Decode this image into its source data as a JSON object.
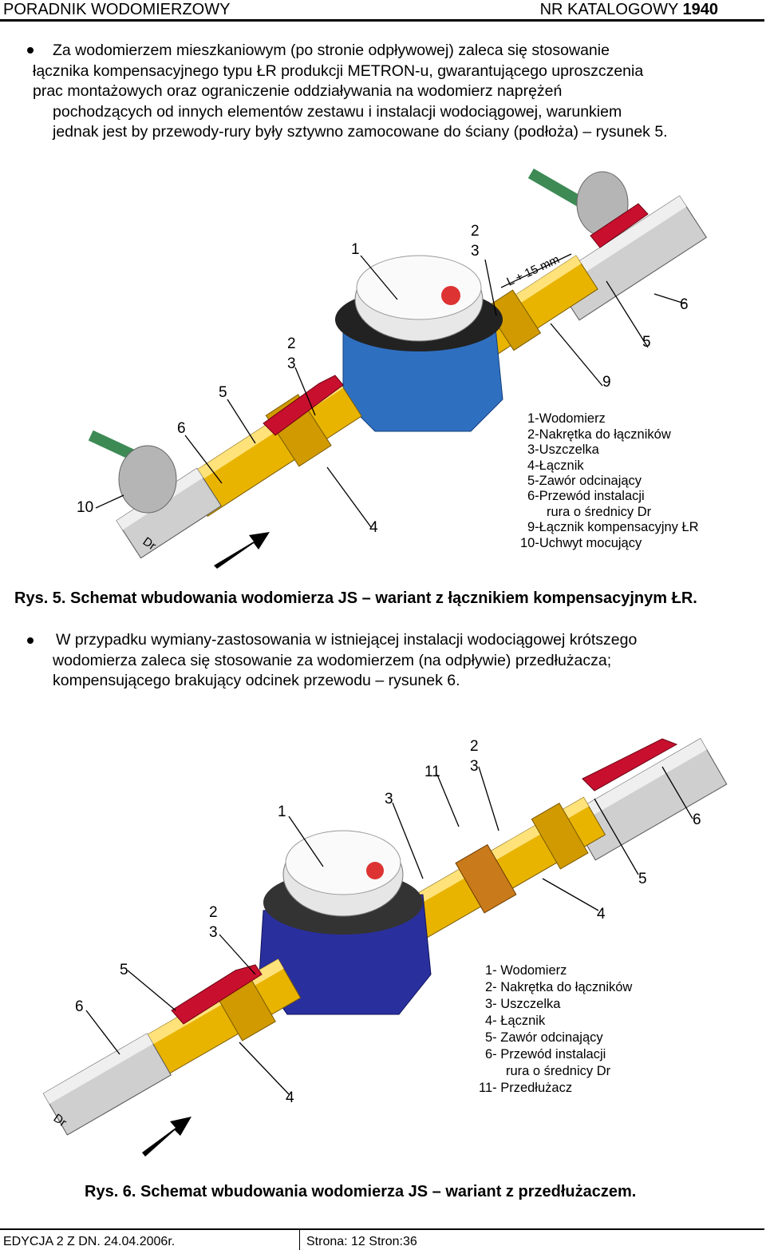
{
  "header": {
    "left": "PORADNIK WODOMIERZOWY",
    "right_prefix": "NR KATALOGOWY ",
    "right_number": "1940"
  },
  "paragraph1": [
    "Za wodomierzem mieszkaniowym (po stronie odpływowej) zaleca się stosowanie",
    "łącznika kompensacyjnego typu ŁR produkcji METRON-u, gwarantującego uproszczenia",
    "prac montażowych oraz ograniczenie oddziaływania na wodomierz naprężeń",
    "pochodzących od innych elementów zestawu i instalacji wodociągowej, warunkiem",
    "jednak jest by przewody-rury były sztywno zamocowane do ściany (podłoża) – rysunek 5."
  ],
  "figure5": {
    "labels": {
      "l1": "1",
      "l2a": "2",
      "l3a": "3",
      "dim": "L + 15 mm",
      "l6a": "6",
      "l2b": "2",
      "l3b": "3",
      "l5a": "5",
      "l5b": "5",
      "l9": "9",
      "l6b": "6",
      "l10": "10",
      "l4": "4",
      "dr": "Dr"
    },
    "legend": [
      "1-Wodomierz",
      "2-Nakrętka do łączników",
      "3-Uszczelka",
      "4-Łącznik",
      "5-Zawór odcinający",
      "6-Przewód instalacji",
      "rura o średnicy Dr",
      "9-Łącznik kompensacyjny ŁR",
      "10-Uchwyt mocujący"
    ],
    "caption": "Rys. 5. Schemat wbudowania wodomierza JS – wariant z łącznikiem kompensacyjnym ŁR."
  },
  "paragraph2": [
    "W przypadku wymiany-zastosowania w istniejącej instalacji wodociągowej krótszego",
    "wodomierza zaleca się stosowanie za wodomierzem (na odpływie) przedłużacza;",
    "kompensującego brakujący odcinek przewodu – rysunek 6."
  ],
  "figure6": {
    "labels": {
      "l2a": "2",
      "l3a": "3",
      "l11": "11",
      "l3b": "3",
      "l1": "1",
      "l6a": "6",
      "l5a": "5",
      "l4a": "4",
      "l2b": "2",
      "l3c": "3",
      "l5b": "5",
      "l6b": "6",
      "l4b": "4",
      "dr": "Dr"
    },
    "legend": [
      "1- Wodomierz",
      "2- Nakrętka do łączników",
      "3- Uszczelka",
      "4- Łącznik",
      "5- Zawór odcinający",
      "6- Przewód instalacji",
      "rura o średnicy Dr",
      "11- Przedłużacz"
    ],
    "caption": "Rys. 6. Schemat wbudowania wodomierza JS – wariant z przedłużaczem."
  },
  "footer": {
    "left": "EDYCJA 2 Z DN. 24.04.2006r.",
    "right": "Strona: 12 Stron:36"
  },
  "colors": {
    "brass": "#e8b400",
    "valve_handle": "#c8102e",
    "meter_body_fig5": "#2f6fc0",
    "meter_body_fig6": "#2a2f9e",
    "pipe": "#c8c8c8",
    "wall_anchor": "#3d8a55"
  }
}
